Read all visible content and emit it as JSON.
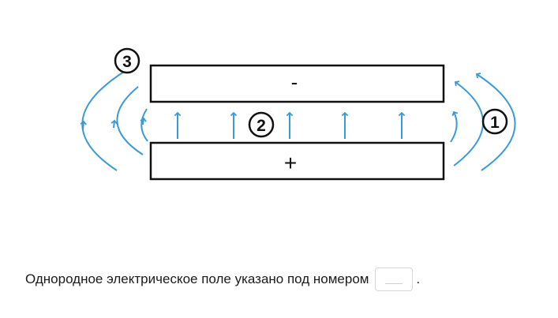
{
  "diagram": {
    "top_plate": {
      "sign": "-"
    },
    "bottom_plate": {
      "sign": "+"
    },
    "labels": {
      "n1": "1",
      "n2": "2",
      "n3": "3"
    },
    "line_color": "#3a9ad9",
    "plate_color": "#111111"
  },
  "question": {
    "text": "Однородное электрическое поле указано под номером",
    "answer_value": "",
    "suffix": "."
  }
}
